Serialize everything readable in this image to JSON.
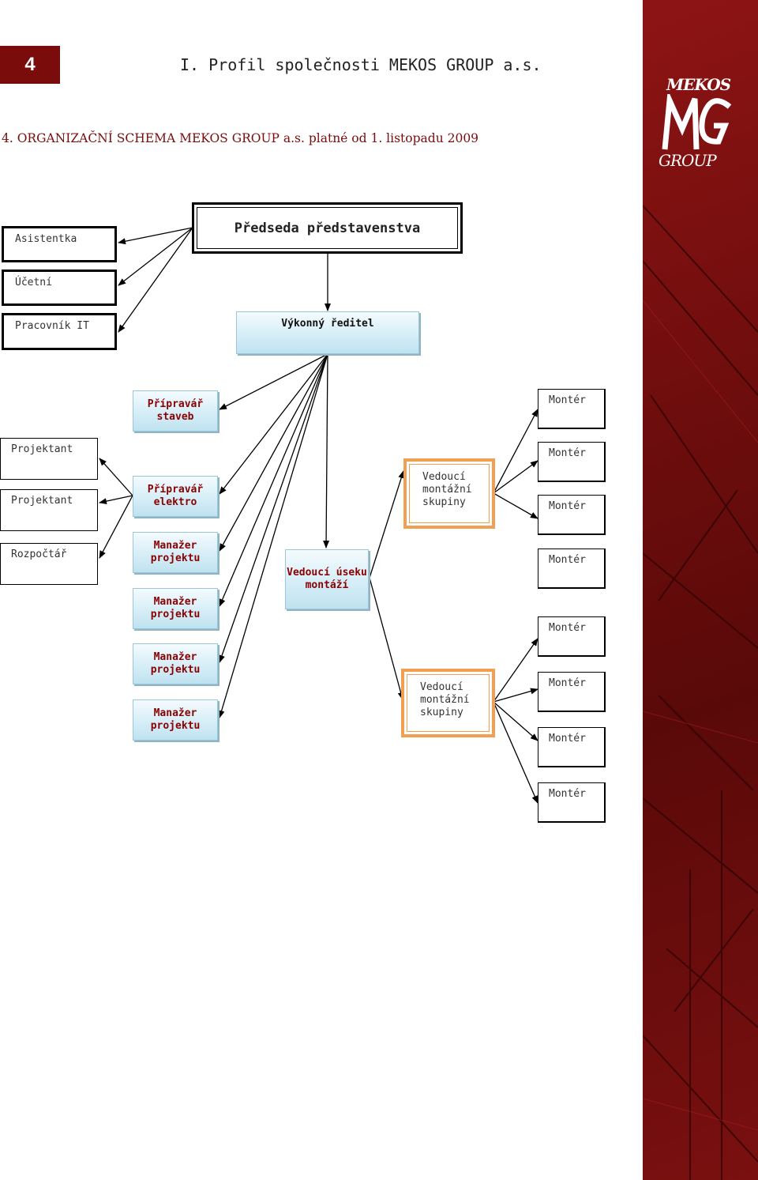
{
  "header": {
    "page_number": "4",
    "title": "I. Profil společnosti MEKOS GROUP a.s.",
    "logo_top": "MEKOS",
    "logo_bottom": "GROUP"
  },
  "section_heading": "4. ORGANIZAČNÍ SCHEMA MEKOS GROUP a.s. platné od 1. listopadu 2009",
  "chart": {
    "chairman": "Předseda představenstva",
    "executive_director": "Výkonný ředitel",
    "staff": [
      "Asistentka",
      "Účetní",
      "Pracovník IT"
    ],
    "left_staff": [
      "Projektant",
      "Projektant",
      "Rozpočtář"
    ],
    "preparer_construction": "Přípravář staveb",
    "preparer_electro": "Přípravář elektro",
    "project_managers": [
      "Manažer projektu",
      "Manažer projektu",
      "Manažer projektu",
      "Manažer projektu"
    ],
    "assembly_section_head": "Vedoucí úseku montáží",
    "group_leaders": [
      "Vedoucí montážní skupiny",
      "Vedoucí montážní skupiny"
    ],
    "fitters_group1": [
      "Montér",
      "Montér",
      "Montér"
    ],
    "fitters_group2": [
      "Montér",
      "Montér",
      "Montér",
      "Montér",
      "Montér"
    ]
  },
  "colors": {
    "brand_red": "#7a0c0c",
    "blue_box": "#d6eef7",
    "orange_border": "#f0a050"
  }
}
